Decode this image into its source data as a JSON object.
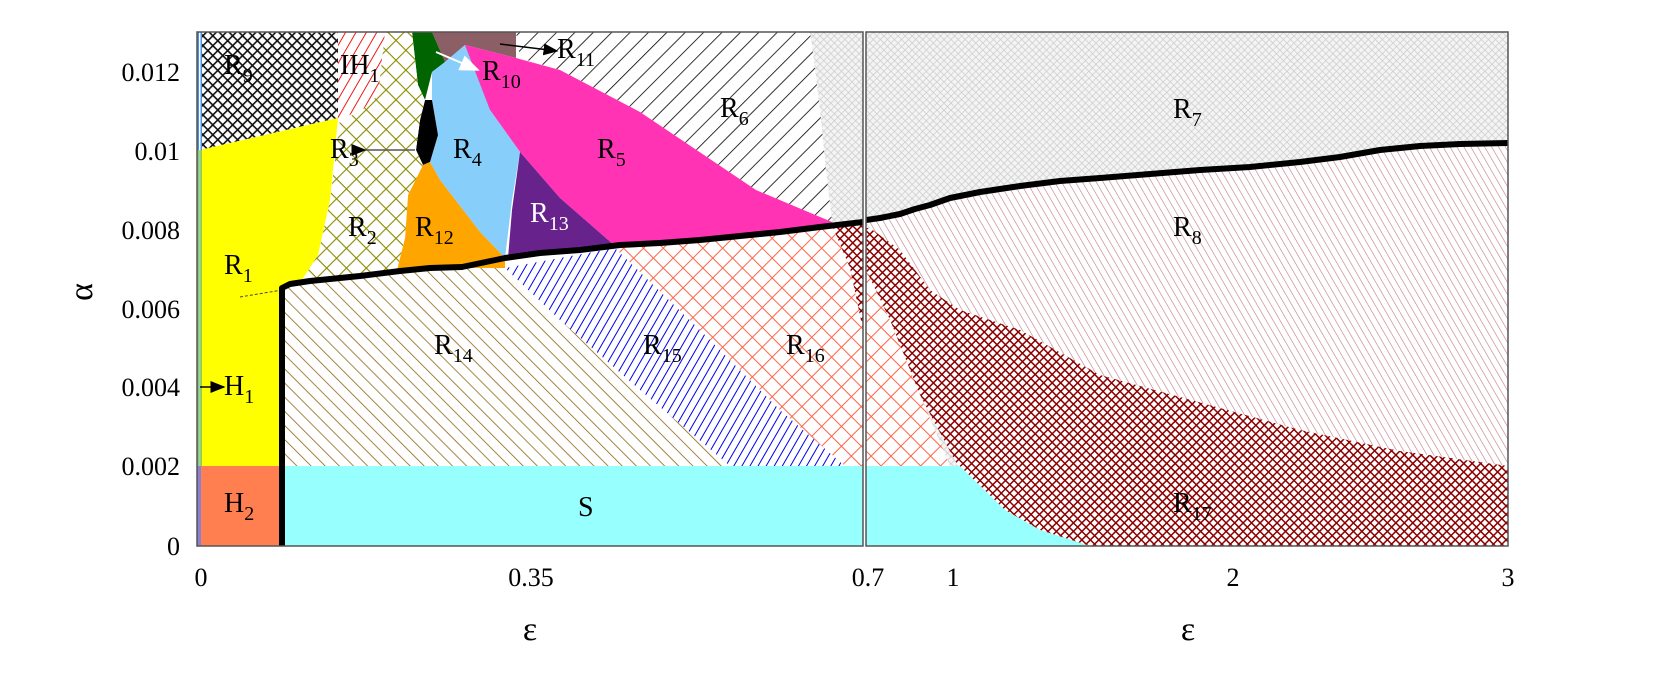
{
  "chart_data": {
    "type": "heatmap",
    "title": "",
    "description": "Two-panel phase/region diagram in the (epsilon, alpha) parameter plane showing regions R1-R17, H1, H2, IH1 and S, with a thick black boundary curve.",
    "xlabel": "ε",
    "ylabel": "α",
    "panels": [
      {
        "name": "left",
        "xlim": [
          0,
          0.7
        ],
        "xticks": [
          "0",
          "0.35",
          "0.7"
        ],
        "ylim": [
          0,
          0.0131
        ],
        "yticks": [
          "0",
          "0.002",
          "0.004",
          "0.006",
          "0.008",
          "0.01",
          "0.012"
        ]
      },
      {
        "name": "right",
        "xlim": [
          0.7,
          3
        ],
        "xticks": [
          "0.7",
          "1",
          "2",
          "3"
        ],
        "ylim": [
          0,
          0.0131
        ]
      }
    ],
    "regions": [
      {
        "id": "R1",
        "label": "R",
        "sub": "1",
        "color": "#ffff00",
        "pattern": "solid",
        "approx_center": [
          0.04,
          0.0072
        ]
      },
      {
        "id": "R2",
        "label": "R",
        "sub": "2",
        "color": "#8b8b00",
        "pattern": "crosshatch",
        "approx_center": [
          0.17,
          0.008
        ]
      },
      {
        "id": "R3",
        "label": "R",
        "sub": "3",
        "color": "#000000",
        "pattern": "solid",
        "approx_center": [
          0.23,
          0.0102
        ]
      },
      {
        "id": "R4",
        "label": "R",
        "sub": "4",
        "color": "#87cefa",
        "pattern": "solid",
        "approx_center": [
          0.28,
          0.01
        ]
      },
      {
        "id": "R5",
        "label": "R",
        "sub": "5",
        "color": "#ff33b4",
        "pattern": "solid",
        "approx_center": [
          0.44,
          0.01
        ]
      },
      {
        "id": "R6",
        "label": "R",
        "sub": "6",
        "color": "#000000",
        "pattern": "diagonal-hatch",
        "approx_center": [
          0.57,
          0.0111
        ]
      },
      {
        "id": "R7",
        "label": "R",
        "sub": "7",
        "color": "#c8c8c8",
        "pattern": "fine-crosshatch",
        "approx_center": [
          1.85,
          0.0111
        ]
      },
      {
        "id": "R8",
        "label": "R",
        "sub": "8",
        "color": "#c0707a",
        "pattern": "fine-diagonal-hatch",
        "approx_center": [
          1.85,
          0.008
        ]
      },
      {
        "id": "R9",
        "label": "R",
        "sub": "9",
        "color": "#000000",
        "pattern": "dense-crosshatch",
        "approx_center": [
          0.04,
          0.0122
        ]
      },
      {
        "id": "R10",
        "label": "R",
        "sub": "10",
        "color": "#006400",
        "pattern": "solid",
        "approx_center": [
          0.235,
          0.0126
        ]
      },
      {
        "id": "R11",
        "label": "R",
        "sub": "11",
        "color": "#8b5f65",
        "pattern": "solid",
        "approx_center": [
          0.29,
          0.0129
        ]
      },
      {
        "id": "R12",
        "label": "R",
        "sub": "12",
        "color": "#ffa500",
        "pattern": "solid",
        "approx_center": [
          0.24,
          0.0079
        ]
      },
      {
        "id": "R13",
        "label": "R",
        "sub": "13",
        "color": "#68228b",
        "pattern": "solid",
        "approx_center": [
          0.38,
          0.0083
        ]
      },
      {
        "id": "R14",
        "label": "R",
        "sub": "14",
        "color": "#8b6914",
        "pattern": "diagonal-hatch",
        "approx_center": [
          0.26,
          0.005
        ]
      },
      {
        "id": "R15",
        "label": "R",
        "sub": "15",
        "color": "#0000ff",
        "pattern": "diagonal-hatch",
        "approx_center": [
          0.49,
          0.005
        ]
      },
      {
        "id": "R16",
        "label": "R",
        "sub": "16",
        "color": "#ff6347",
        "pattern": "crosshatch",
        "approx_center": [
          0.63,
          0.005
        ]
      },
      {
        "id": "R17",
        "label": "R",
        "sub": "17",
        "color": "#8b0000",
        "pattern": "dense-crosshatch",
        "approx_center": [
          1.85,
          0.001
        ]
      },
      {
        "id": "H1",
        "label": "H",
        "sub": "1",
        "color": "#9acd32",
        "pattern": "thin-strip",
        "approx_center": [
          0.0,
          0.004
        ]
      },
      {
        "id": "H2",
        "label": "H",
        "sub": "2",
        "color": "#ff7f50",
        "pattern": "solid",
        "approx_center": [
          0.04,
          0.0011
        ]
      },
      {
        "id": "IH1",
        "label": "IH",
        "sub": "1",
        "color": "#ff0000",
        "pattern": "diagonal-hatch",
        "approx_center": [
          0.17,
          0.0123
        ]
      },
      {
        "id": "S",
        "label": "S",
        "sub": "",
        "color": "#98ffff",
        "pattern": "solid",
        "approx_center": [
          0.35,
          0.001
        ]
      }
    ],
    "boundary_curve": {
      "color": "#000000",
      "style": "thick solid",
      "points": [
        [
          0.09,
          0.0
        ],
        [
          0.09,
          0.0066
        ],
        [
          0.15,
          0.0069
        ],
        [
          0.25,
          0.0072
        ],
        [
          0.35,
          0.0074
        ],
        [
          0.45,
          0.0077
        ],
        [
          0.55,
          0.0079
        ],
        [
          0.7,
          0.0082
        ],
        [
          1.0,
          0.0088
        ],
        [
          1.5,
          0.0094
        ],
        [
          2.0,
          0.0097
        ],
        [
          2.5,
          0.0102
        ],
        [
          3.0,
          0.0103
        ]
      ]
    },
    "grid": false,
    "legend": "none"
  },
  "labels": {
    "xlabel_left": "ε",
    "xlabel_right": "ε",
    "ylabel": "α",
    "yticks": [
      "0",
      "0.002",
      "0.004",
      "0.006",
      "0.008",
      "0.01",
      "0.012"
    ],
    "xticks_left": [
      "0",
      "0.35",
      "0.7"
    ],
    "xticks_right": [
      "1",
      "2",
      "3"
    ],
    "R": "R",
    "H": "H",
    "IH": "IH",
    "S": "S",
    "sub": {
      "1": "1",
      "2": "2",
      "3": "3",
      "4": "4",
      "5": "5",
      "6": "6",
      "7": "7",
      "8": "8",
      "9": "9",
      "10": "10",
      "11": "11",
      "12": "12",
      "13": "13",
      "14": "14",
      "15": "15",
      "16": "16",
      "17": "17"
    }
  }
}
